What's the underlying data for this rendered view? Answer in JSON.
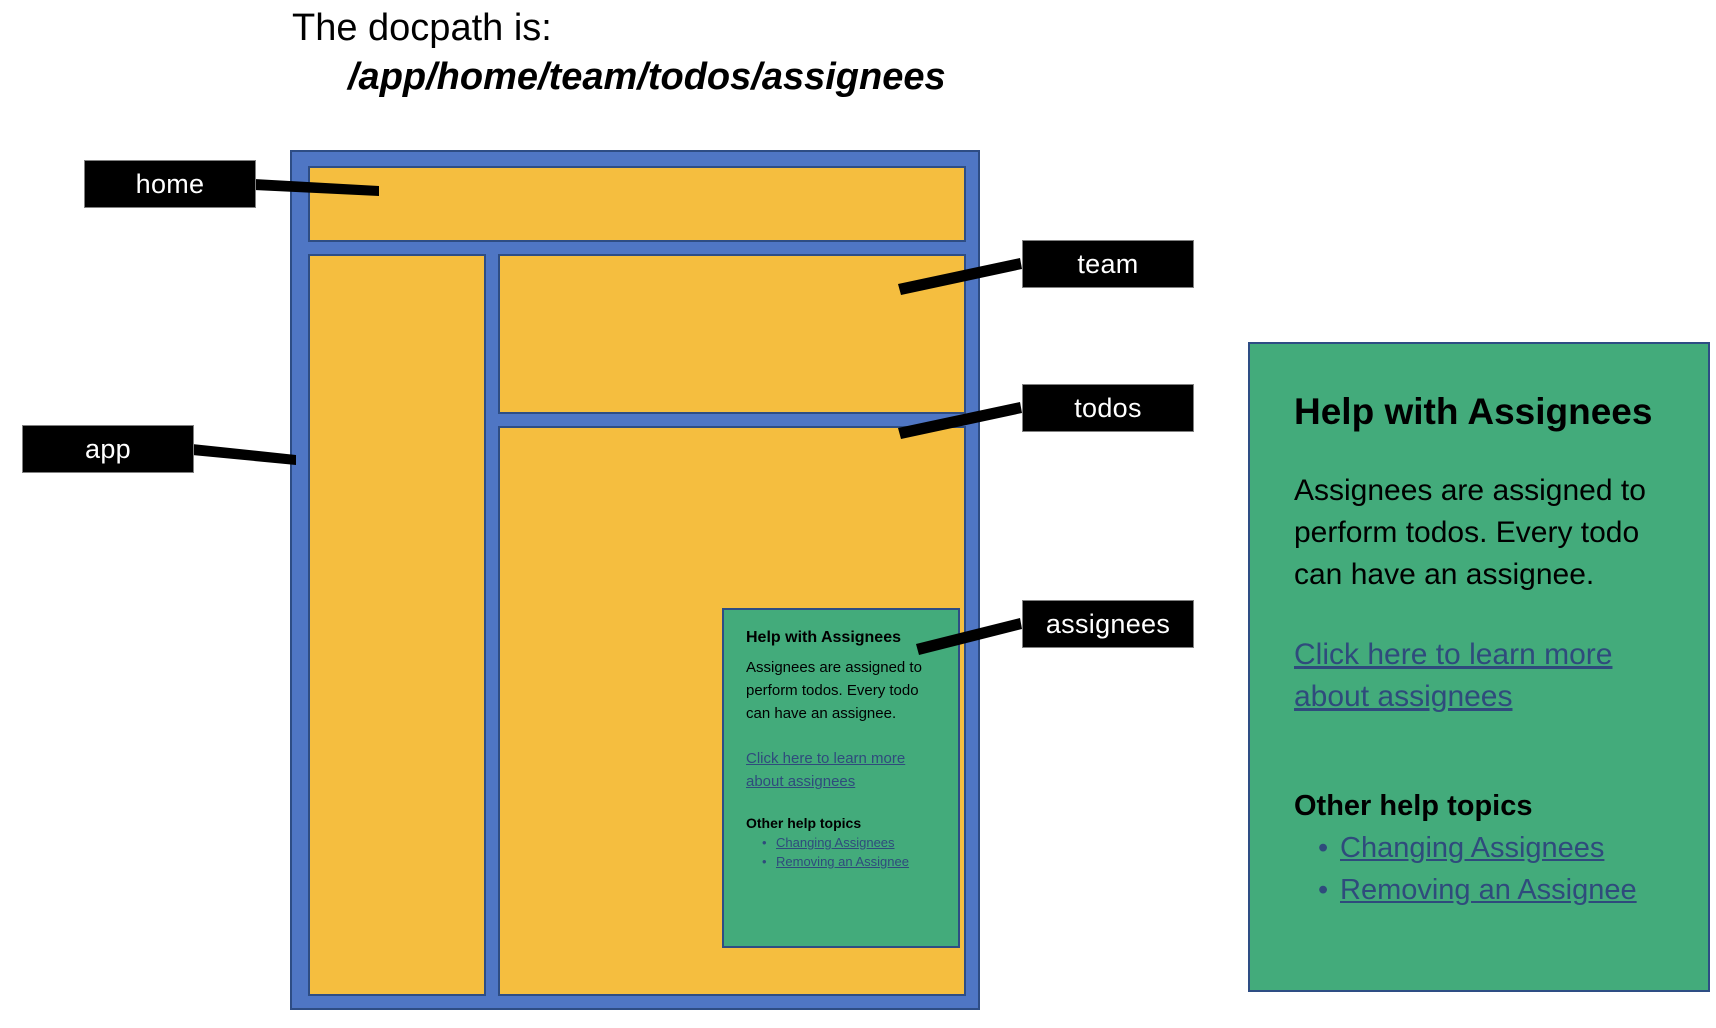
{
  "title": {
    "line1": "The docpath is:",
    "line2": "/app/home/team/todos/assignees"
  },
  "callouts": {
    "home": "home",
    "app": "app",
    "team": "team",
    "todos": "todos",
    "assignees": "assignees"
  },
  "inner_help_card": {
    "title": "Help with Assignees",
    "body": "Assignees are assigned to perform todos. Every todo can have an assignee.",
    "link": "Click here to learn more about assignees",
    "subhead": "Other help topics",
    "topics": [
      "Changing Assignees",
      "Removing an Assignee"
    ]
  },
  "help_panel": {
    "title": "Help with Assignees",
    "body": "Assignees are assigned to perform todos. Every todo can have an assignee.",
    "link": "Click here to learn more about assignees",
    "subhead": "Other help topics",
    "topics": [
      "Changing Assignees",
      "Removing an Assignee"
    ]
  },
  "colors": {
    "frame_blue": "#4f76c4",
    "panel_orange": "#f5be3f",
    "panel_border": "#2e4d84",
    "help_green": "#43ab7b",
    "link_blue": "#2f4b7c",
    "callout_bg": "#000000",
    "callout_text": "#ffffff"
  }
}
